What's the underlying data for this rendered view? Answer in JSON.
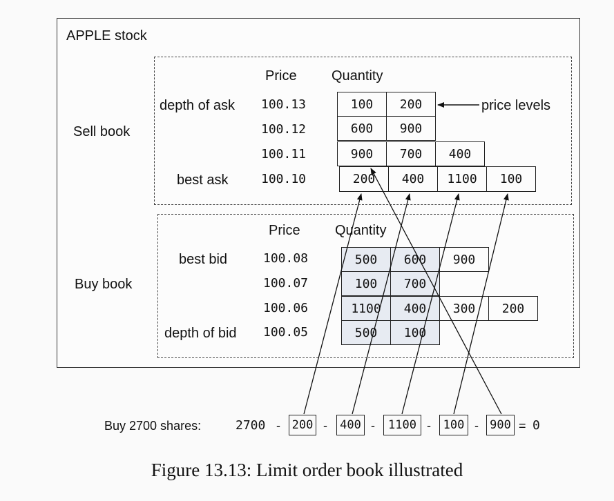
{
  "title": "APPLE stock",
  "sell_book": {
    "label": "Sell book",
    "price_header": "Price",
    "quantity_header": "Quantity",
    "row_labels": [
      "depth of ask",
      "",
      "",
      "best ask"
    ],
    "prices": [
      "100.13",
      "100.12",
      "100.11",
      "100.10"
    ],
    "rows": [
      [
        "100",
        "200"
      ],
      [
        "600",
        "900"
      ],
      [
        "900",
        "700",
        "400"
      ],
      [
        "200",
        "400",
        "1100",
        "100"
      ]
    ],
    "annotation": "price levels"
  },
  "buy_book": {
    "label": "Buy book",
    "price_header": "Price",
    "quantity_header": "Quantity",
    "row_labels": [
      "best bid",
      "",
      "",
      "depth of bid"
    ],
    "prices": [
      "100.08",
      "100.07",
      "100.06",
      "100.05"
    ],
    "rows": [
      [
        "500",
        "600",
        "900"
      ],
      [
        "100",
        "700"
      ],
      [
        "1100",
        "400",
        "300",
        "200"
      ],
      [
        "500",
        "100"
      ]
    ]
  },
  "equation": {
    "label": "Buy 2700 shares:",
    "start": "2700",
    "terms": [
      "200",
      "400",
      "1100",
      "100",
      "900"
    ],
    "minus": "-",
    "equals": "=",
    "result": "0"
  },
  "caption": "Figure 13.13: Limit order book illustrated"
}
